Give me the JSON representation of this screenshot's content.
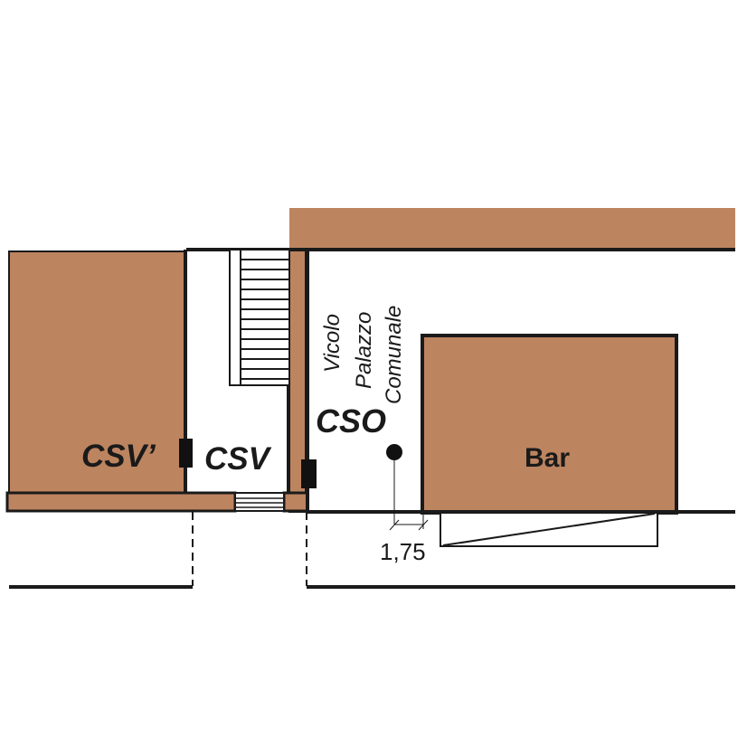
{
  "colors": {
    "building_fill": "#bd8460",
    "line": "#1a1a1a",
    "background": "#ffffff",
    "marker": "#111111"
  },
  "labels": {
    "csv_prime": "CSV’",
    "csv": "CSV",
    "cso": "CSO",
    "street_line1": "Vicolo",
    "street_line2": "Palazzo",
    "street_line3": "Comunale",
    "bar": "Bar",
    "distance": "1,75"
  }
}
